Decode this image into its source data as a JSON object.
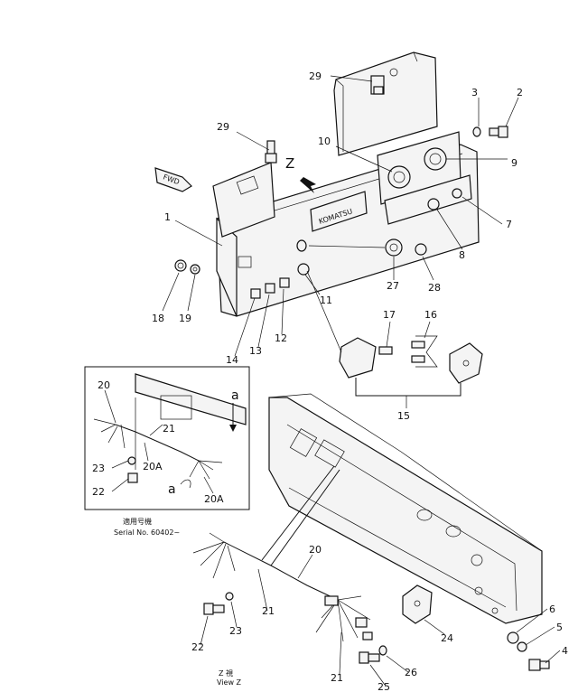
{
  "callouts": {
    "c29a": "29",
    "c29b": "29",
    "c3": "3",
    "c2": "2",
    "c10": "10",
    "c9": "9",
    "c1": "1",
    "c7": "7",
    "c8": "8",
    "c18": "18",
    "c19": "19",
    "c11": "11",
    "c27": "27",
    "c28": "28",
    "c14": "14",
    "c13": "13",
    "c12": "12",
    "c17": "17",
    "c16": "16",
    "c15": "15",
    "c20i": "20",
    "c21i": "21",
    "c20Ai": "20A",
    "c23i": "23",
    "c22i": "22",
    "c20Aib": "20A",
    "cai": "a",
    "caib": "a",
    "c20": "20",
    "c21a": "21",
    "c21b": "21",
    "c22": "22",
    "c23": "23",
    "c24": "24",
    "c25": "25",
    "c26": "26",
    "c6": "6",
    "c5": "5",
    "c4": "4"
  },
  "text": {
    "fwd": "FWD",
    "z": "Z",
    "brand": "KOMATSU",
    "inset_caption_jp": "適用号機",
    "inset_caption_serial": "Serial No. 60402~",
    "view_jp": "Z 視",
    "view_en": "View Z"
  },
  "colors": {
    "line": "#111111",
    "background": "#ffffff"
  }
}
